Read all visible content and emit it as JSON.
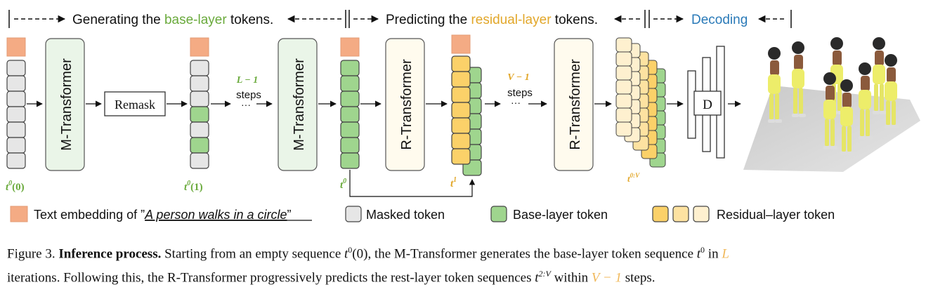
{
  "header": {
    "stage1": {
      "pre": "Generating the ",
      "hl": "base-layer",
      "post": " tokens."
    },
    "stage2": {
      "pre": "Predicting the ",
      "hl": "residual-layer",
      "post": " tokens."
    },
    "stage3": "Decoding"
  },
  "blocks": {
    "m_transformer": "M-Transformer",
    "r_transformer": "R-Transformer",
    "remask": "Remask",
    "decoder": "D"
  },
  "steps": {
    "l_var": "L − 1",
    "v_var": "V − 1",
    "word": "steps",
    "dots": "···"
  },
  "token_labels": {
    "t0_0": {
      "base": "t",
      "sup": "0",
      "arg": "(0)"
    },
    "t0_1": {
      "base": "t",
      "sup": "0",
      "arg": "(1)"
    },
    "t0": {
      "base": "t",
      "sup": "0"
    },
    "t1": {
      "base": "t",
      "sup": "1"
    },
    "t0v": {
      "base": "t",
      "sup": "0:V"
    }
  },
  "legend": {
    "text_embedding_prefix": "Text embedding of ”",
    "text_embedding_prompt": "A person walks in a circle",
    "text_embedding_suffix": "”",
    "masked": "Masked token",
    "base": "Base-layer token",
    "residual": "Residual–layer token"
  },
  "caption": {
    "label": "Figure 3.",
    "title": "Inference process.",
    "s1": " Starting from an empty sequence ",
    "s2": ", the M-Transformer generates the base-layer token sequence ",
    "s3": " in ",
    "L": "L",
    "s4": "iterations. Following this, the R-Transformer progressively predicts the rest-layer token sequences ",
    "s5": " within ",
    "V1": "V − 1",
    "s6": " steps."
  },
  "colors": {
    "text_embedding": "#f4ab84",
    "masked": "#e6e6e6",
    "base": "#9fd58e",
    "residual_1": "#fbd169",
    "residual_2": "#fde2a1",
    "residual_3": "#fef0cf",
    "m_transformer_fill": "#eaf5e8",
    "r_transformer_fill": "#fffbee",
    "green_text": "#6aaa3c",
    "orange_text": "#e2a72a",
    "blue_text": "#2a7ab8"
  }
}
